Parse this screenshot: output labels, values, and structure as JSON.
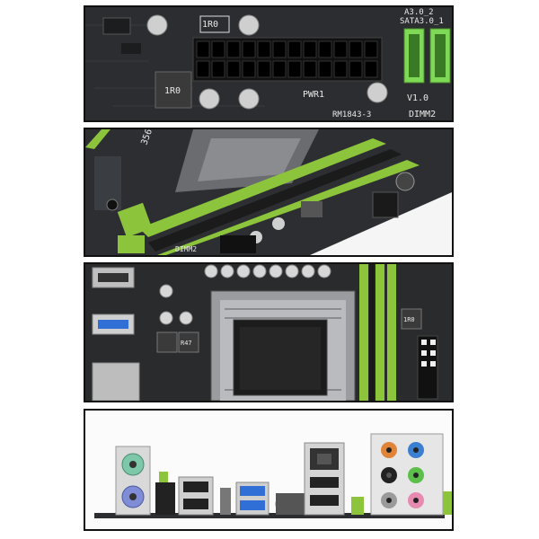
{
  "panel_top": {
    "labels": {
      "top_row_left": "1R0",
      "sata_rev": "A3.0_2",
      "sata_label": "SATA3.0_1",
      "inductor": "1R0",
      "power_conn": "PWR1",
      "version": "V1.0",
      "dimm": "DIMM2",
      "model": "RM1843-3"
    }
  },
  "panel_ram": {
    "labels": {
      "number": "356",
      "dimm": "DIMM2"
    }
  },
  "panel_cpu": {
    "labels": {
      "inductor": "1R0",
      "small": "R47"
    }
  },
  "colors": {
    "pcb": "#2b2d30",
    "green_slot": "#8cc43c",
    "sata": "#7ed957",
    "audio_orange": "#e0843a",
    "audio_blue": "#3b7fd0",
    "audio_green": "#5cbf4a",
    "audio_pink": "#e68ab0",
    "usb3_blue": "#2f6fd6",
    "ps2_green": "#7cc8a8",
    "ps2_purple": "#7f8cd6"
  }
}
